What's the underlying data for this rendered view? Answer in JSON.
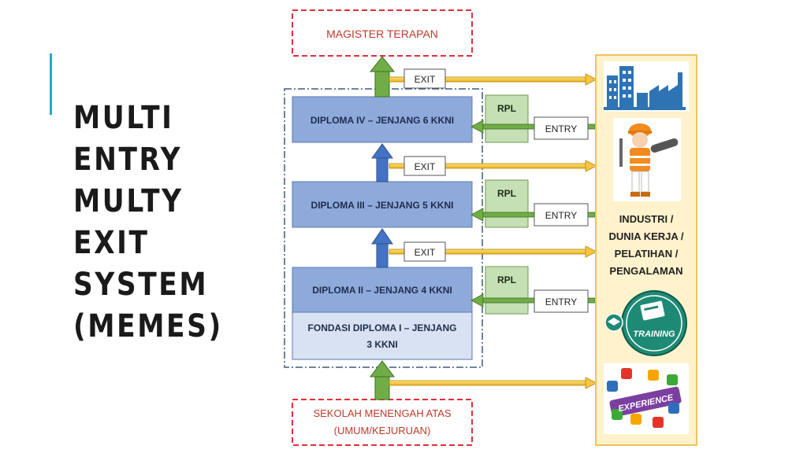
{
  "title_lines": [
    "MULTI",
    "ENTRY",
    "MULTY",
    "EXIT",
    "SYSTEM",
    "(MEMES)"
  ],
  "diagram": {
    "top_target": "MAGISTER TERAPAN",
    "bottom_source_line1": "SEKOLAH MENENGAH ATAS",
    "bottom_source_line2": "(UMUM/KEJURUAN)",
    "levels": {
      "d4": "DIPLOMA IV – JENJANG 6 KKNI",
      "d3": "DIPLOMA III – JENJANG 5 KKNI",
      "d2": "DIPLOMA II – JENJANG 4 KKNI",
      "d1_line1": "FONDASI DIPLOMA I – JENJANG",
      "d1_line2": "3 KKNI"
    },
    "exit_label": "EXIT",
    "entry_label": "ENTRY",
    "rpl_label": "RPL",
    "industry_lines": [
      "INDUSTRI /",
      "DUNIA KERJA /",
      "PELATIHAN /",
      "PENGALAMAN"
    ],
    "training_label": "TRAINING",
    "experience_label": "EXPERIENCE",
    "colors": {
      "red_dashed": "#e0303a",
      "diploma_dark": "#8eaadb",
      "diploma_light": "#d9e2f3",
      "rpl_green": "#c5e0b4",
      "arrow_green": "#70ad47",
      "arrow_blue": "#4472c4",
      "arrow_gold": "#f4c542",
      "panel_fill": "#fff2cc",
      "panel_border": "#f2c25c"
    },
    "icons": [
      "factory-icon",
      "worker-icon",
      "training-badge-icon",
      "experience-puzzle-icon"
    ]
  }
}
